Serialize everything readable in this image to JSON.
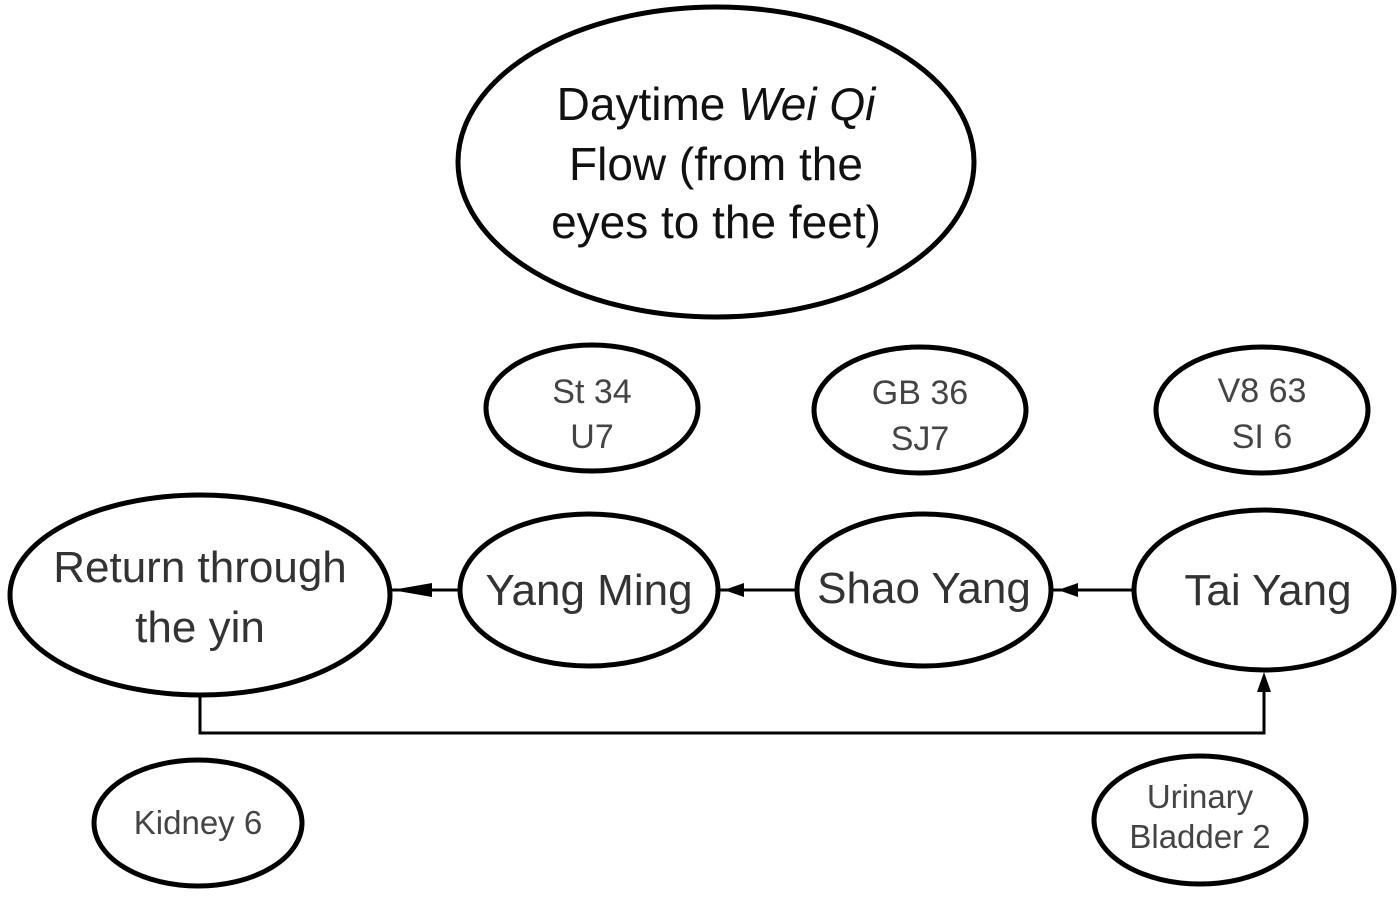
{
  "diagram": {
    "title": {
      "line1_prefix": "Daytime ",
      "line1_italic": "Wei Qi",
      "line2": "Flow (from the",
      "line3": "eyes to the feet)"
    },
    "channels": [
      {
        "id": "return-yin",
        "lines": [
          "Return through",
          "the yin"
        ]
      },
      {
        "id": "yang-ming",
        "lines": [
          "Yang Ming"
        ]
      },
      {
        "id": "shao-yang",
        "lines": [
          "Shao Yang"
        ]
      },
      {
        "id": "tai-yang",
        "lines": [
          "Tai Yang"
        ]
      }
    ],
    "points": [
      {
        "id": "yang-ming-points",
        "lines": [
          "St 34",
          "U7"
        ]
      },
      {
        "id": "shao-yang-points",
        "lines": [
          "GB 36",
          "SJ7"
        ]
      },
      {
        "id": "tai-yang-points",
        "lines": [
          "V8 63",
          "SI 6"
        ]
      },
      {
        "id": "kidney-point",
        "lines": [
          "Kidney 6"
        ]
      },
      {
        "id": "bladder-point",
        "lines": [
          "Urinary",
          "Bladder 2"
        ]
      }
    ],
    "flow": [
      {
        "from": "tai-yang",
        "to": "shao-yang"
      },
      {
        "from": "shao-yang",
        "to": "yang-ming"
      },
      {
        "from": "yang-ming",
        "to": "return-yin"
      },
      {
        "from": "return-yin",
        "to": "tai-yang"
      }
    ],
    "colors": {
      "stroke": "#000000",
      "background": "#ffffff",
      "text": "#333333"
    }
  }
}
